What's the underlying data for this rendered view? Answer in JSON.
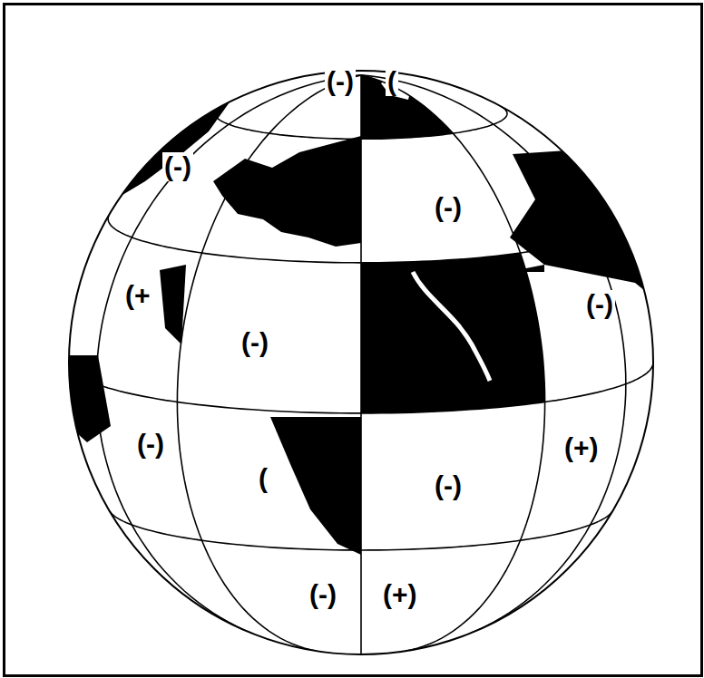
{
  "diagram": {
    "labels": [
      "(-)",
      "(",
      "(-)",
      "(-)",
      "(+",
      "(-)",
      "(-)",
      "(-)",
      "(",
      "(-)",
      "(+)",
      "(-)",
      "(+)"
    ]
  }
}
